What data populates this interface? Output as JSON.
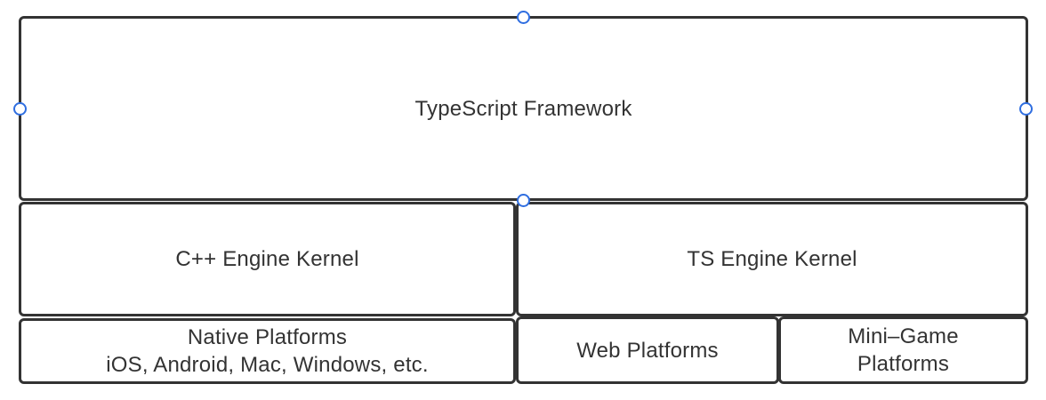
{
  "framework": {
    "label": "TypeScript Framework"
  },
  "kernels": {
    "cpp": {
      "label": "C++ Engine Kernel"
    },
    "ts": {
      "label": "TS Engine Kernel"
    }
  },
  "platforms": {
    "native": {
      "line1": "Native Platforms",
      "line2": "iOS, Android, Mac, Windows, etc."
    },
    "web": {
      "label": "Web Platforms"
    },
    "minigame": {
      "line1": "Mini–Game",
      "line2": "Platforms"
    }
  },
  "colors": {
    "stroke": "#333333",
    "selection": "#2f6ee0",
    "fill": "#ffffff"
  }
}
